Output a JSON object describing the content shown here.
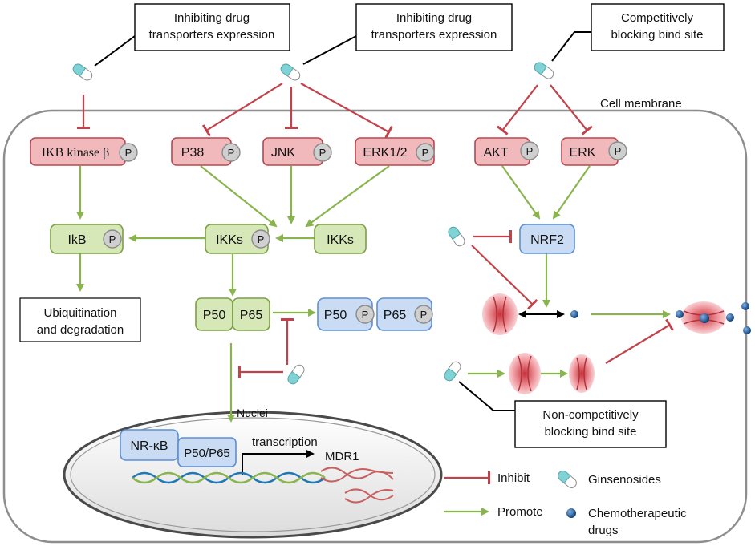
{
  "callouts": {
    "left": [
      "Inhibiting drug",
      "transporters expression"
    ],
    "middle": [
      "Inhibiting drug",
      "transporters expression"
    ],
    "right": [
      "Competitively",
      "blocking bind site"
    ],
    "bottom": [
      "Non-competitively",
      "blocking bind site"
    ]
  },
  "region_labels": {
    "cell_membrane": "Cell membrane",
    "nuclei": "Nuclei",
    "transcription": "transcription",
    "mdr1": "MDR1"
  },
  "nodes": {
    "ikb_kinase": "IKB kinase β",
    "p38": "P38",
    "jnk": "JNK",
    "erk12": "ERK1/2",
    "akt": "AKT",
    "erk": "ERK",
    "ikb": "IkB",
    "ikks_p": "IKKs",
    "ikks": "IKKs",
    "nrf2": "NRF2",
    "p50": "P50",
    "p65": "P65",
    "p50_blue": "P50",
    "p65_blue": "P65",
    "nfkb": "NR-κB",
    "p50p65": "P50/P65",
    "ubiquitination": [
      "Ubiquitination",
      "and degradation"
    ]
  },
  "badge": "P",
  "legend": {
    "inhibit": "Inhibit",
    "promote": "Promote",
    "ginsenosides": "Ginsenosides",
    "chemo": [
      "Chemotherapeutic",
      "drugs"
    ]
  },
  "colors": {
    "inhibit": "#c2414a",
    "promote": "#8ab44d",
    "red_node": "#f2b9bd",
    "green_node": "#d7e8b8",
    "blue_node": "#c9dcf4",
    "drug": "#1f5f9e"
  }
}
